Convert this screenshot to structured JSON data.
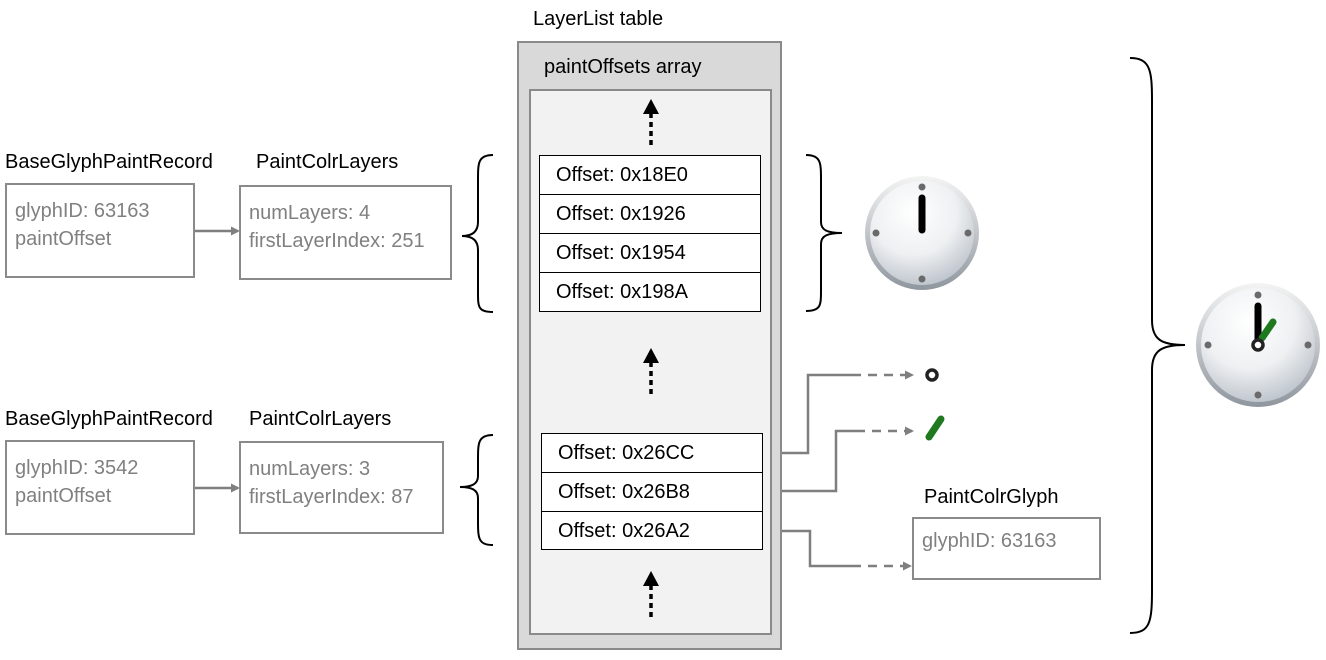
{
  "layerlist": {
    "title": "LayerList table",
    "array_title": "paintOffsets array",
    "group_top": [
      "Offset: 0x18E0",
      "Offset: 0x1926",
      "Offset: 0x1954",
      "Offset: 0x198A"
    ],
    "group_bottom": [
      "Offset: 0x26CC",
      "Offset: 0x26B8",
      "Offset: 0x26A2"
    ]
  },
  "record_top": {
    "title": "BaseGlyphPaintRecord",
    "glyph_id": "glyphID: 63163",
    "paint_offset": "paintOffset"
  },
  "layers_top": {
    "title": "PaintColrLayers",
    "num_layers": "numLayers: 4",
    "first_layer": "firstLayerIndex: 251"
  },
  "record_bottom": {
    "title": "BaseGlyphPaintRecord",
    "glyph_id": "glyphID: 3542",
    "paint_offset": "paintOffset"
  },
  "layers_bottom": {
    "title": "PaintColrLayers",
    "num_layers": "numLayers: 3",
    "first_layer": "firstLayerIndex: 87"
  },
  "paint_glyph": {
    "title": "PaintColrGlyph",
    "glyph_id": "glyphID: 63163"
  },
  "colors": {
    "connector": "#7f7f7f",
    "box_border": "#8a8a8a",
    "muted_text": "#808080",
    "table_bg": "#d9d9d9",
    "array_bg": "#f2f2f2",
    "hand_green": "#1f7a1f"
  },
  "icons": [
    "clock-face-icon",
    "clock-pin-icon",
    "green-hand-icon",
    "clock-with-green-hand-icon"
  ]
}
